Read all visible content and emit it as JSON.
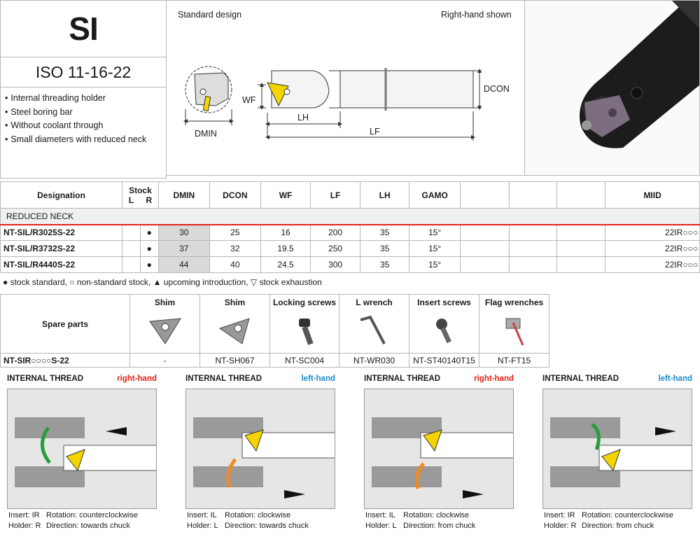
{
  "header": {
    "title": "SI",
    "iso": "ISO 11-16-22",
    "features": [
      "Internal threading holder",
      "Steel boring bar",
      "Without coolant through",
      "Small diameters with reduced neck"
    ]
  },
  "drawing": {
    "standard_design": "Standard design",
    "right_hand_shown": "Right-hand shown",
    "labels": {
      "dmin": "DMIN",
      "wf": "WF",
      "lh": "LH",
      "lf": "LF",
      "dcon": "DCON"
    }
  },
  "table": {
    "headers": {
      "designation": "Designation",
      "stock": "Stock",
      "stock_l": "L",
      "stock_r": "R",
      "dmin": "DMIN",
      "dcon": "DCON",
      "wf": "WF",
      "lf": "LF",
      "lh": "LH",
      "gamo": "GAMO",
      "miid": "MIID"
    },
    "section": "REDUCED NECK",
    "rows": [
      {
        "designation": "NT-SIL/R3025S-22",
        "r": "●",
        "dmin": "30",
        "dcon": "25",
        "wf": "16",
        "lf": "200",
        "lh": "35",
        "gamo": "15°",
        "miid": "22IR○○○"
      },
      {
        "designation": "NT-SIL/R3732S-22",
        "r": "●",
        "dmin": "37",
        "dcon": "32",
        "wf": "19.5",
        "lf": "250",
        "lh": "35",
        "gamo": "15°",
        "miid": "22IR○○○"
      },
      {
        "designation": "NT-SIL/R4440S-22",
        "r": "●",
        "dmin": "44",
        "dcon": "40",
        "wf": "24.5",
        "lf": "300",
        "lh": "35",
        "gamo": "15°",
        "miid": "22IR○○○"
      }
    ]
  },
  "legend": "● stock standard, ○ non-standard stock, ▲ upcoming introduction, ▽ stock exhaustion",
  "spare": {
    "label": "Spare parts",
    "headers": [
      "Shim",
      "Shim",
      "Locking screws",
      "L wrench",
      "Insert screws",
      "Flag wrenches"
    ],
    "row_label": "NT-SIR○○○○S-22",
    "values": [
      "-",
      "NT-SH067",
      "NT-SC004",
      "NT-WR030",
      "NT-ST40140T15",
      "NT-FT15"
    ]
  },
  "panels": [
    {
      "title": "INTERNAL THREAD",
      "hand": "right-hand",
      "hand_color": "#e2231a",
      "insert_k": "Insert: IR",
      "insert_v": "Rotation: counterclockwise",
      "holder_k": "Holder: R",
      "holder_v": "Direction: towards chuck"
    },
    {
      "title": "INTERNAL THREAD",
      "hand": "left-hand",
      "hand_color": "#1a8ccc",
      "insert_k": "Insert: IL",
      "insert_v": "Rotation: clockwise",
      "holder_k": "Holder: L",
      "holder_v": "Direction: towards chuck"
    },
    {
      "title": "INTERNAL THREAD",
      "hand": "right-hand",
      "hand_color": "#e2231a",
      "insert_k": "Insert: IL",
      "insert_v": "Rotation: clockwise",
      "holder_k": "Holder: L",
      "holder_v": "Direction: from chuck"
    },
    {
      "title": "INTERNAL THREAD",
      "hand": "left-hand",
      "hand_color": "#1a8ccc",
      "insert_k": "Insert: IR",
      "insert_v": "Rotation: counterclockwise",
      "holder_k": "Holder: R",
      "holder_v": "Direction: from chuck"
    }
  ]
}
